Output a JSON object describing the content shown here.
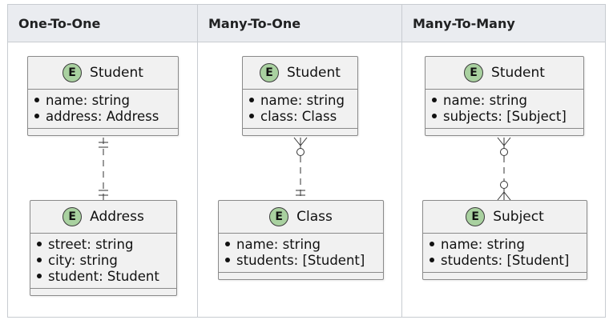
{
  "columns": [
    {
      "title": "One-To-One"
    },
    {
      "title": "Many-To-One"
    },
    {
      "title": "Many-To-Many"
    }
  ],
  "icon_letter": "E",
  "entities": {
    "oto_student": {
      "name": "Student",
      "attrs": [
        "name: string",
        "address: Address"
      ]
    },
    "oto_address": {
      "name": "Address",
      "attrs": [
        "street: string",
        "city: string",
        "student: Student"
      ]
    },
    "mto_student": {
      "name": "Student",
      "attrs": [
        "name: string",
        "class: Class"
      ]
    },
    "mto_class": {
      "name": "Class",
      "attrs": [
        "name: string",
        "students: [Student]"
      ]
    },
    "mtm_student": {
      "name": "Student",
      "attrs": [
        "name: string",
        "subjects: [Subject]"
      ]
    },
    "mtm_subject": {
      "name": "Subject",
      "attrs": [
        "name: string",
        "students: [Student]"
      ]
    }
  },
  "relationships": [
    {
      "from": "oto_student",
      "to": "oto_address",
      "from_cardinality": "exactly-one",
      "to_cardinality": "exactly-one"
    },
    {
      "from": "mto_student",
      "to": "mto_class",
      "from_cardinality": "zero-or-many",
      "to_cardinality": "exactly-one"
    },
    {
      "from": "mtm_student",
      "to": "mtm_subject",
      "from_cardinality": "zero-or-many",
      "to_cardinality": "zero-or-many"
    }
  ],
  "colors": {
    "entity_fill": "#f1f1f1",
    "icon_fill": "#a9d1a0",
    "header_fill": "#eaecf0",
    "border": "#c8ccd1"
  }
}
